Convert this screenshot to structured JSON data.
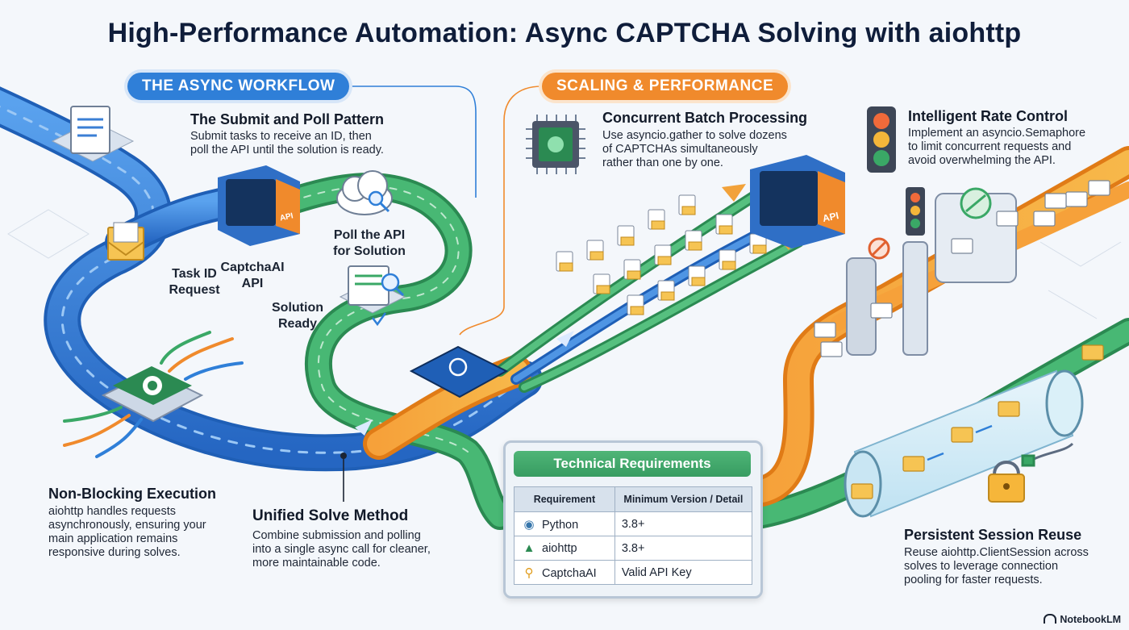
{
  "title": "High-Performance Automation: Async CAPTCHA Solving with aiohttp",
  "sections": {
    "async_workflow": "THE ASYNC WORKFLOW",
    "scaling": "SCALING & PERFORMANCE"
  },
  "submit_poll": {
    "heading": "The Submit and Poll Pattern",
    "desc1": "Submit tasks to receive an ID, then",
    "desc2": "poll the API until the solution is ready."
  },
  "flow_labels": {
    "task_id_1": "Task ID",
    "task_id_2": "Request",
    "captchaai_1": "CaptchaAI",
    "captchaai_2": "API",
    "poll_1": "Poll the API",
    "poll_2": "for Solution",
    "solution_1": "Solution",
    "solution_2": "Ready",
    "api_badge": "API"
  },
  "non_blocking": {
    "heading": "Non-Blocking Execution",
    "desc1": "aiohttp handles requests",
    "desc2": "asynchronously, ensuring your",
    "desc3": "main application remains",
    "desc4": "responsive during solves."
  },
  "unified": {
    "heading": "Unified Solve Method",
    "desc1": "Combine submission and polling",
    "desc2": "into a single async call for cleaner,",
    "desc3": "more maintainable code."
  },
  "batch": {
    "heading": "Concurrent Batch Processing",
    "desc1": "Use asyncio.gather to solve dozens",
    "desc2": "of CAPTCHAs simultaneously",
    "desc3": "rather than one by one."
  },
  "rate": {
    "heading": "Intelligent Rate Control",
    "desc1": "Implement an asyncio.Semaphore",
    "desc2": "to limit concurrent requests and",
    "desc3": "avoid overwhelming the API."
  },
  "session": {
    "heading": "Persistent Session Reuse",
    "desc1": "Reuse aiohttp.ClientSession across",
    "desc2": "solves to leverage connection",
    "desc3": "pooling for faster requests."
  },
  "requirements": {
    "title": "Technical Requirements",
    "headers": [
      "Requirement",
      "Minimum Version / Detail"
    ],
    "rows": [
      {
        "name": "Python",
        "detail": "3.8+",
        "icon": "python-icon"
      },
      {
        "name": "aiohttp",
        "detail": "3.8+",
        "icon": "flask-icon"
      },
      {
        "name": "CaptchaAI",
        "detail": "Valid API Key",
        "icon": "key-icon"
      }
    ]
  },
  "footer": "NotebookLM",
  "colors": {
    "blue": "#2f7fd8",
    "green": "#3aa866",
    "orange": "#f08a2c",
    "navy": "#0f1d3a"
  }
}
